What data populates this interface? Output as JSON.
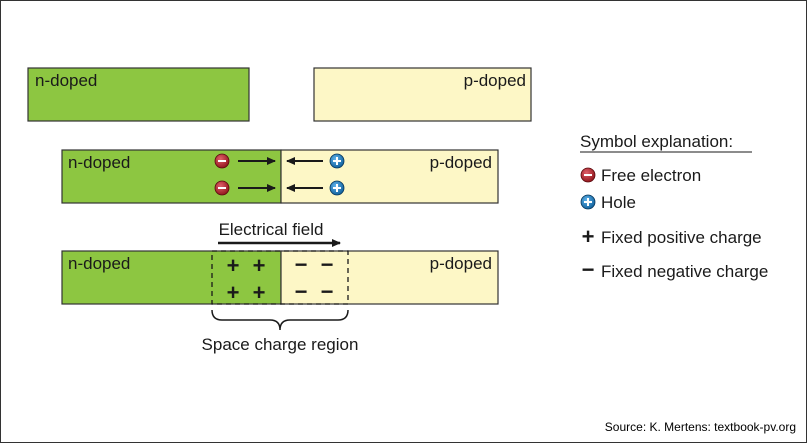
{
  "top_row": {
    "n_label": "n-doped",
    "p_label": "p-doped"
  },
  "middle_row": {
    "n_label": "n-doped",
    "p_label": "p-doped",
    "electron_sign": "−",
    "hole_sign": "+"
  },
  "bottom_row": {
    "n_label": "n-doped",
    "p_label": "p-doped",
    "field_label": "Electrical field",
    "plus_sign": "+",
    "minus_sign": "−",
    "region_label": "Space charge region"
  },
  "legend": {
    "title": "Symbol explanation:",
    "items": [
      {
        "symbol": "−",
        "icon": "free-electron-icon",
        "label": "Free electron"
      },
      {
        "symbol": "+",
        "icon": "hole-icon",
        "label": "Hole"
      },
      {
        "symbol": "+",
        "icon": "positive-charge-icon",
        "label": "Fixed positive charge"
      },
      {
        "symbol": "−",
        "icon": "negative-charge-icon",
        "label": "Fixed negative charge"
      }
    ]
  },
  "source": "Source: K. Mertens: textbook-pv.org",
  "colors": {
    "n_fill": "#8dc641",
    "p_fill": "#fdf7c6",
    "electron": "#b5232b",
    "hole": "#1a7cc1",
    "border": "#333333"
  }
}
